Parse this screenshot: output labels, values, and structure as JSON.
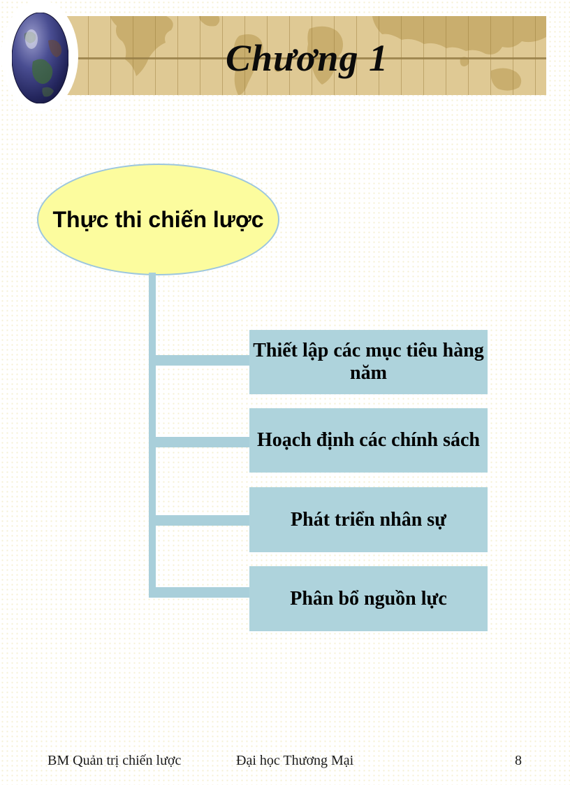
{
  "header": {
    "title": "Chương 1"
  },
  "diagram": {
    "root": {
      "label": "Thực thi chiến lược"
    },
    "children": [
      {
        "label": "Thiết lập các mục tiêu hàng năm"
      },
      {
        "label": "Hoạch định các chính sách"
      },
      {
        "label": "Phát triển nhân sự"
      },
      {
        "label": "Phân bổ nguồn lực"
      }
    ]
  },
  "footer": {
    "left": "BM Quản trị chiến lược",
    "center": "Đại học Thương Mại",
    "page_number": "8"
  },
  "icons": {
    "globe": "globe-icon",
    "world_map": "world-map-pattern"
  },
  "colors": {
    "banner_tan": "#dfc994",
    "banner_map_silhouette": "#c9ae6e",
    "banner_line": "#967e46",
    "node_yellow": "#fcfc9e",
    "node_border_blue": "#9cc6de",
    "box_blue": "#aed3dc",
    "connector_blue": "#a9cfda",
    "text_black": "#000000",
    "background_white": "#ffffff"
  }
}
